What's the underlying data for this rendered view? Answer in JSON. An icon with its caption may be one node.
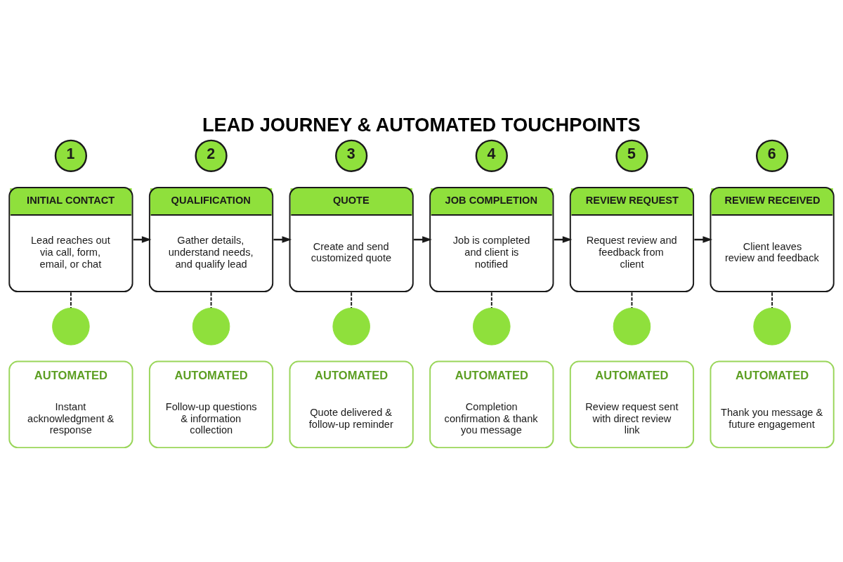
{
  "diagram": {
    "title": "LEAD JOURNEY & AUTOMATED TOUCHPOINTS",
    "nodes": [
      {
        "text": [
          "1"
        ]
      },
      {
        "text": [
          "2"
        ]
      },
      {
        "text": [
          "3"
        ]
      },
      {
        "text": [
          "4"
        ]
      },
      {
        "text": [
          "5"
        ]
      },
      {
        "text": [
          "6"
        ]
      },
      {
        "text": [
          "INITIAL CONTACT",
          "Lead reaches out via call, form, email, or chat"
        ]
      },
      {
        "text": [
          "QUALIFICATION",
          "Gather details, understand needs, and qualify lead"
        ]
      },
      {
        "text": [
          "QUOTE",
          "Create and send customized quote"
        ]
      },
      {
        "text": [
          "JOB COMPLETION",
          "Job is completed and client is notified"
        ]
      },
      {
        "text": [
          "REVIEW REQUEST",
          "Request review and feedback from client"
        ]
      },
      {
        "text": [
          "REVIEW RECEIVED",
          "Client leaves review and feedback"
        ]
      },
      {
        "text": [],
        "shape": "circle"
      },
      {
        "text": [],
        "shape": "circle"
      },
      {
        "text": [],
        "shape": "circle"
      },
      {
        "text": [],
        "shape": "circle"
      },
      {
        "text": [],
        "shape": "circle"
      },
      {
        "text": [],
        "shape": "circle"
      },
      {
        "text": [
          "AUTOMATED",
          "Instant acknowledgment & response"
        ]
      },
      {
        "text": [
          "AUTOMATED",
          "Follow-up questions & information collection"
        ]
      },
      {
        "text": [
          "AUTOMATED",
          "Quote delivered & follow-up reminder"
        ]
      },
      {
        "text": [
          "AUTOMATED",
          "Completion confirmation & thank you message"
        ]
      },
      {
        "text": [
          "AUTOMATED",
          "Review request sent with direct review link"
        ]
      },
      {
        "text": [
          "AUTOMATED",
          "Thank you message & future engagement"
        ]
      }
    ],
    "edges": [
      {
        "from": 6,
        "to": 7,
        "arrow": "to"
      },
      {
        "from": 7,
        "to": 8,
        "arrow": "to"
      },
      {
        "from": 8,
        "to": 9,
        "arrow": "to"
      },
      {
        "from": 9,
        "to": 10,
        "arrow": "to"
      },
      {
        "from": 10,
        "to": 11,
        "arrow": "to"
      },
      {
        "from": 6,
        "to": 12,
        "arrow": "none",
        "style": "dashed"
      },
      {
        "from": 7,
        "to": 13,
        "arrow": "none",
        "style": "dashed"
      },
      {
        "from": 8,
        "to": 14,
        "arrow": "none",
        "style": "dashed"
      },
      {
        "from": 9,
        "to": 15,
        "arrow": "none",
        "style": "dashed"
      },
      {
        "from": 10,
        "to": 16,
        "arrow": "none",
        "style": "dashed"
      },
      {
        "from": 11,
        "to": 17,
        "arrow": "none",
        "style": "dashed"
      }
    ]
  }
}
